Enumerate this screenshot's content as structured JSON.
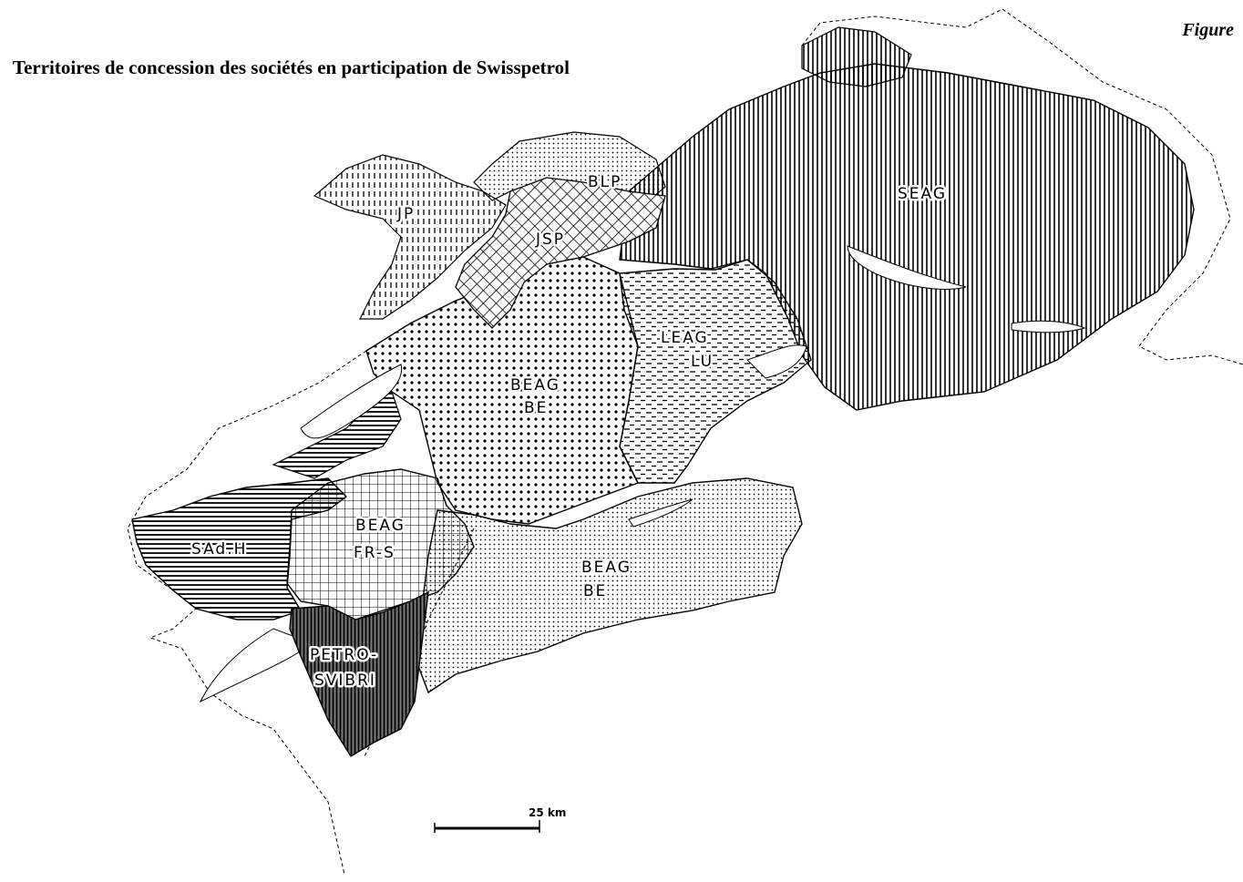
{
  "header": {
    "title": "Territoires de concession des sociétés en participation de Swisspetrol",
    "figure_label": "Figure"
  },
  "regions": {
    "seag": {
      "label": "SEAG",
      "pattern": "vertical-lines"
    },
    "blp": {
      "label": "BLP",
      "pattern": "fine-dots"
    },
    "jp": {
      "label": "JP",
      "pattern": "vertical-dashes"
    },
    "jsp": {
      "label": "JSP",
      "pattern": "diagonal-crosshatch"
    },
    "leag": {
      "label": "LEAG",
      "label2": "LU",
      "pattern": "horizontal-dashes"
    },
    "beag_be_north": {
      "label": "BEAG",
      "label2": "BE",
      "pattern": "dots"
    },
    "beag_be_south": {
      "label": "BEAG",
      "label2": "BE",
      "pattern": "fine-dots"
    },
    "beag_fr_s": {
      "label": "BEAG",
      "label2": "FR-S",
      "pattern": "square-grid"
    },
    "sadh": {
      "label": "SAd.H",
      "pattern": "horizontal-lines"
    },
    "petrosvibri": {
      "label": "PETRO-",
      "label2": "SVIBRI",
      "pattern": "dense-vertical-lines"
    }
  },
  "scale": {
    "label": "25 km"
  },
  "colors": {
    "ink": "#000000",
    "paper": "#ffffff"
  }
}
